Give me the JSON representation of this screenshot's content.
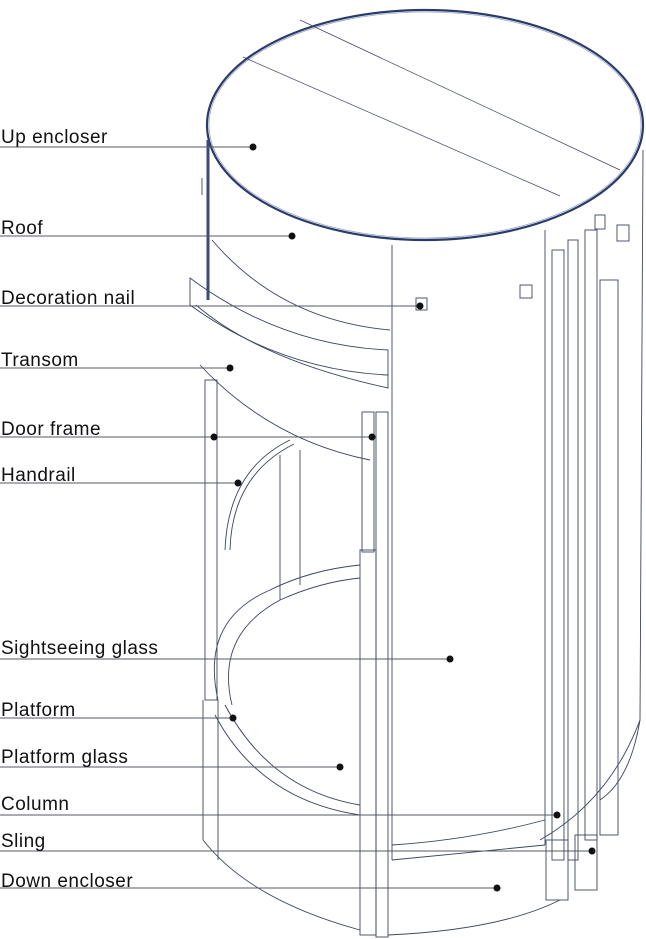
{
  "diagram": {
    "labels": [
      {
        "id": "up-encloser",
        "text": "Up  encloser"
      },
      {
        "id": "roof",
        "text": "Roof"
      },
      {
        "id": "decoration-nail",
        "text": "Decoration nail"
      },
      {
        "id": "transom",
        "text": "Transom"
      },
      {
        "id": "door-frame",
        "text": "Door frame"
      },
      {
        "id": "handrail",
        "text": "Handrail"
      },
      {
        "id": "sightseeing-glass",
        "text": "Sightseeing  glass"
      },
      {
        "id": "platform",
        "text": "Platform"
      },
      {
        "id": "platform-glass",
        "text": "Platform glass"
      },
      {
        "id": "column",
        "text": "Column"
      },
      {
        "id": "sling",
        "text": "Sling"
      },
      {
        "id": "down-encloser",
        "text": "Down  encloser"
      }
    ],
    "colors": {
      "outline": "#3c4660",
      "edge": "#2a3a6a",
      "leader": "#555a66",
      "dot": "#111111"
    }
  }
}
